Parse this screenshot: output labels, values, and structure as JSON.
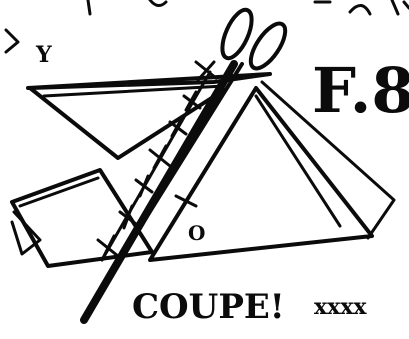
{
  "step_number": "F.8",
  "caption": "COUPE!",
  "marks": "xxxx",
  "corner_letter": "Y",
  "center_mark": "O",
  "icons": {
    "scissors": "scissors-icon"
  },
  "colors": {
    "ink": "#0b0b0b",
    "paper": "#ffffff"
  }
}
